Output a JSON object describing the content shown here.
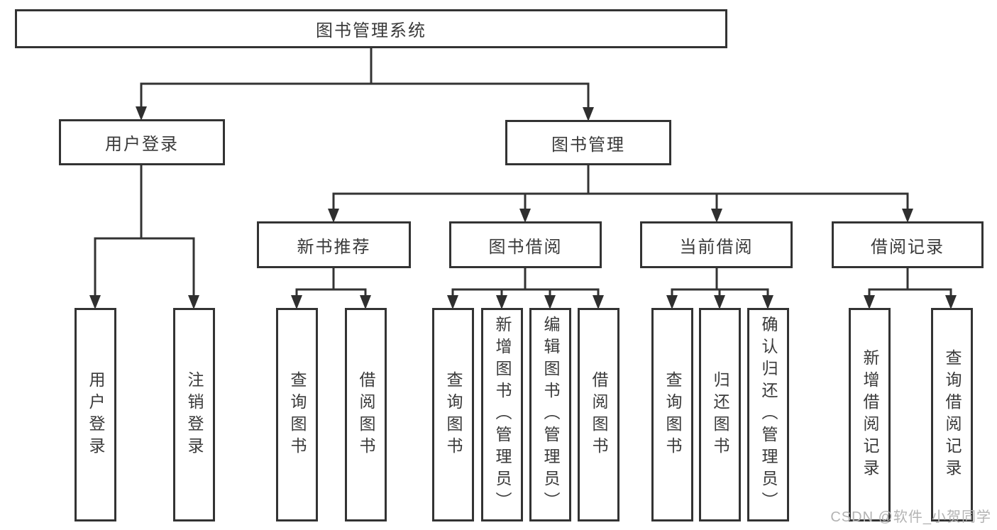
{
  "labels": {
    "root": "图书管理系统",
    "user_login": "用户登录",
    "book_management": "图书管理",
    "new_book_recommend": "新书推荐",
    "book_borrow": "图书借阅",
    "current_borrow": "当前借阅",
    "borrow_record": "借阅记录",
    "leaf_user_login": "用户登录",
    "leaf_logout": "注销登录",
    "recommend_query_books": "查询图书",
    "recommend_borrow_books": "借阅图书",
    "borrow_query_books": "查询图书",
    "borrow_add_books": "新增图书（管理员）",
    "borrow_edit_books": "编辑图书（管理员）",
    "borrow_borrow_books": "借阅图书",
    "current_query_books": "查询图书",
    "current_return_books": "归还图书",
    "current_confirm_return": "确认归还（管理员）",
    "record_add": "新增借阅记录",
    "record_query": "查询借阅记录"
  },
  "tree": {
    "root": "图书管理系统",
    "children": [
      {
        "label": "用户登录",
        "children": [
          "用户登录",
          "注销登录"
        ]
      },
      {
        "label": "图书管理",
        "children": [
          {
            "label": "新书推荐",
            "children": [
              "查询图书",
              "借阅图书"
            ]
          },
          {
            "label": "图书借阅",
            "children": [
              "查询图书",
              "新增图书（管理员）",
              "编辑图书（管理员）",
              "借阅图书"
            ]
          },
          {
            "label": "当前借阅",
            "children": [
              "查询图书",
              "归还图书",
              "确认归还（管理员）"
            ]
          },
          {
            "label": "借阅记录",
            "children": [
              "新增借阅记录",
              "查询借阅记录"
            ]
          }
        ]
      }
    ]
  },
  "watermark": "CSDN @软件_小贺同学",
  "colors": {
    "line": "#333333",
    "box_border": "#333333",
    "box_background": "#ffffff",
    "text": "#3a3a3a",
    "watermark": "#b3b3b3"
  }
}
